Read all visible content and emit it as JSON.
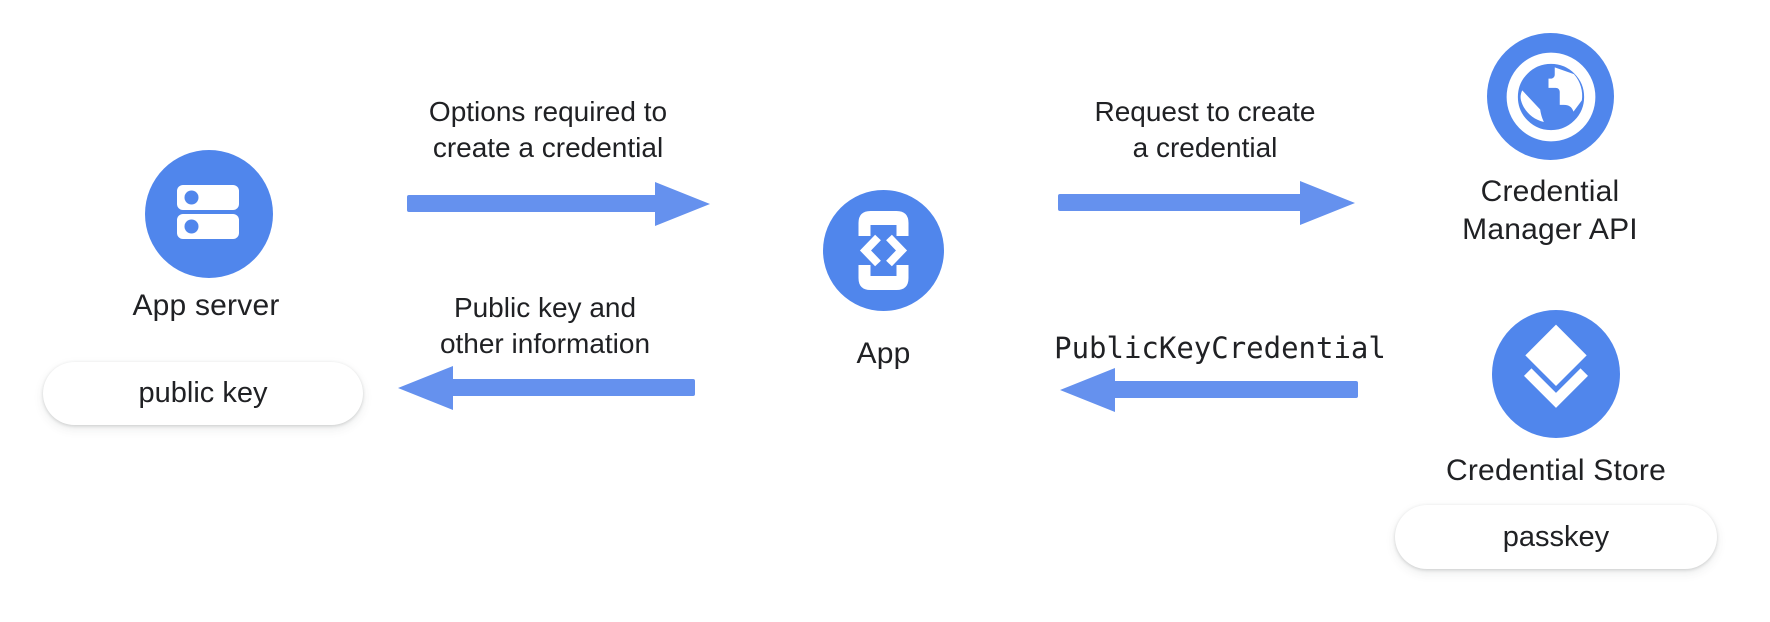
{
  "colors": {
    "node_blue": "#5086EC",
    "arrow_blue": "#6591EE",
    "text_dark": "#202124",
    "pill_bg": "#ffffff",
    "canvas_bg": "#ffffff"
  },
  "nodes": {
    "app_server": {
      "label": "App server",
      "icon": "server-icon",
      "badge": "public key"
    },
    "app": {
      "label": "App",
      "icon": "phone-code-icon"
    },
    "credential_manager_api": {
      "label_lines": [
        "Credential",
        "Manager API"
      ],
      "icon": "globe-icon"
    },
    "credential_store": {
      "label": "Credential Store",
      "icon": "layers-icon",
      "badge": "passkey"
    }
  },
  "arrows": {
    "options_to_create": {
      "from": "App server",
      "to": "App",
      "direction": "right",
      "label_lines": [
        "Options required to",
        "create a credential"
      ]
    },
    "request_to_create": {
      "from": "App",
      "to": "Credential Manager API",
      "direction": "right",
      "label_lines": [
        "Request to create",
        "a credential"
      ]
    },
    "public_key_credential": {
      "from": "Credential Store",
      "to": "App",
      "direction": "left",
      "label": "PublicKeyCredential",
      "label_style": "monospace"
    },
    "public_key_info": {
      "from": "App",
      "to": "App server",
      "direction": "left",
      "label_lines": [
        "Public key and",
        "other information"
      ]
    }
  }
}
